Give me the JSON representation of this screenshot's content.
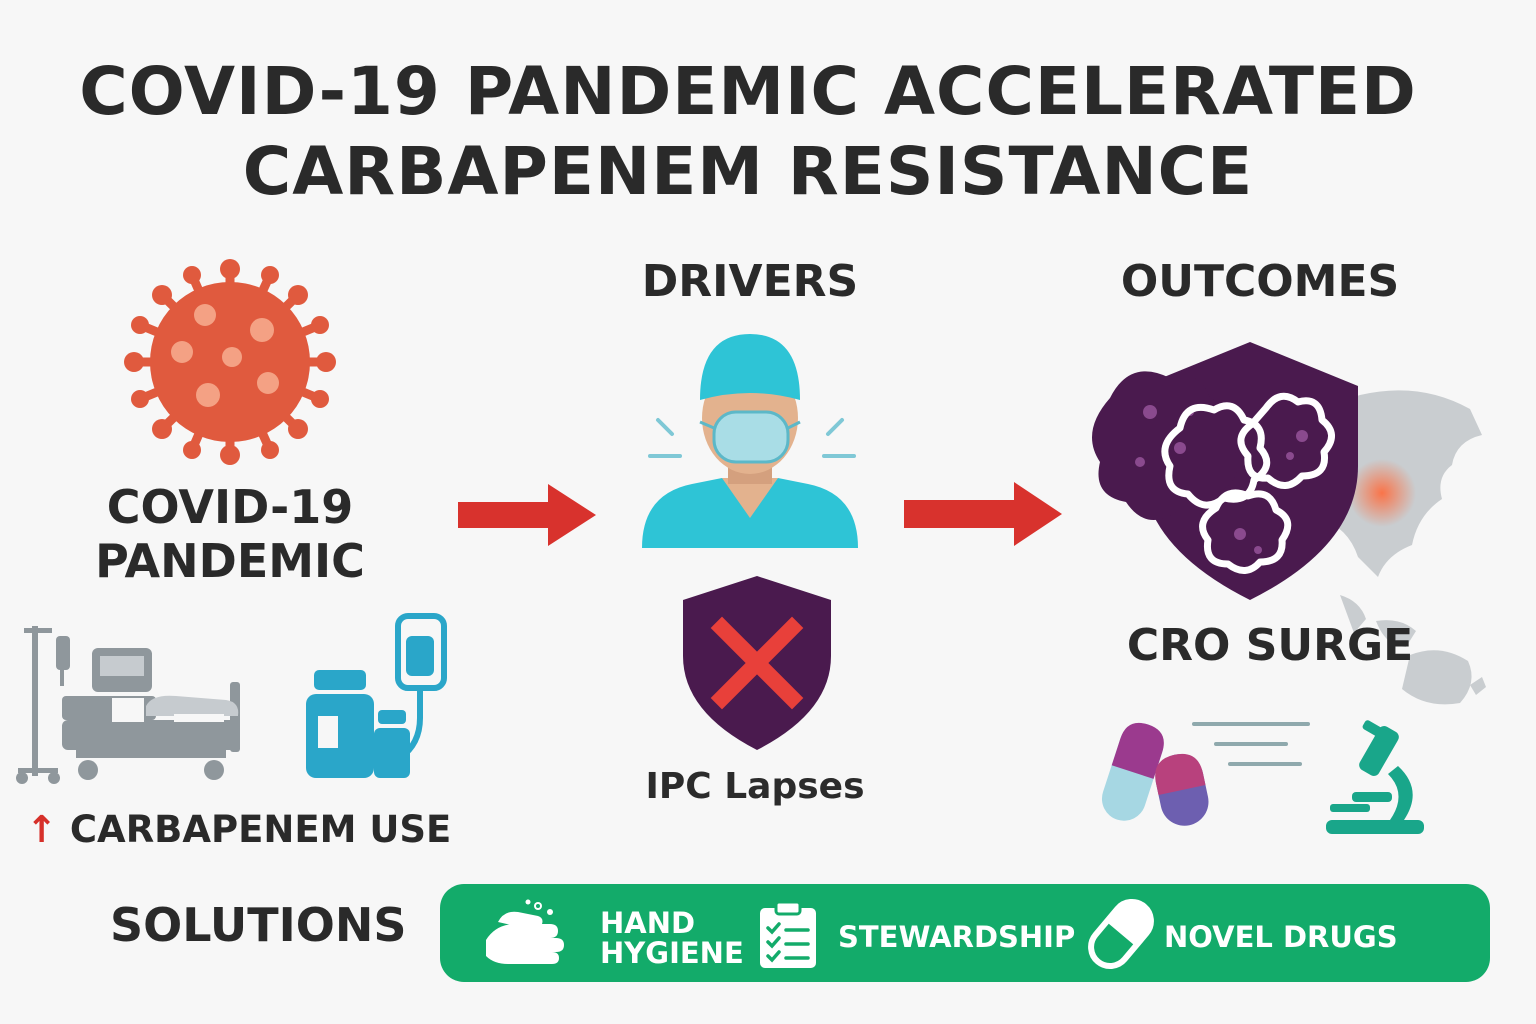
{
  "title": {
    "line1": "COVID-19 PANDEMIC ACCELERATED",
    "line2": "CARBAPENEM RESISTANCE"
  },
  "pandemic": {
    "label_line1": "COVID-19",
    "label_line2": "PANDEMIC",
    "carbapenem_use_arrow": "↑",
    "carbapenem_use": "CARBAPENEM USE"
  },
  "drivers": {
    "heading": "DRIVERS",
    "ipc_label": "IPC Lapses"
  },
  "outcomes": {
    "heading": "OUTCOMES",
    "cro_label": "CRO SURGE"
  },
  "solutions": {
    "heading": "SOLUTIONS",
    "items": [
      {
        "line1": "HAND",
        "line2": "HYGIENE",
        "icon": "hand-wash-icon"
      },
      {
        "line1": "STEWARDSHIP",
        "icon": "checklist-icon"
      },
      {
        "line1": "NOVEL DRUGS",
        "icon": "capsule-icon"
      }
    ]
  },
  "colors": {
    "virus": "#e05a3e",
    "arrow": "#d8322d",
    "shield": "#4a1a4e",
    "cross": "#e8403a",
    "healthcare_worker": "#2ec4d6",
    "equipment_gray": "#8f979c",
    "vial_blue": "#2aa6c9",
    "solutions_green": "#13ab6a",
    "microscope": "#19a68a"
  }
}
